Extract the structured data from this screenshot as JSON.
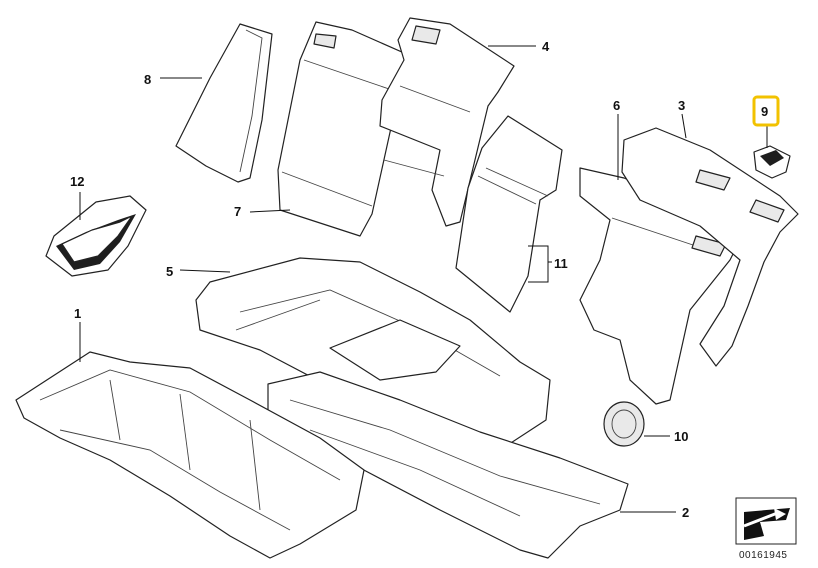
{
  "diagram": {
    "callouts": [
      {
        "id": "1",
        "label": "1"
      },
      {
        "id": "2",
        "label": "2"
      },
      {
        "id": "3",
        "label": "3"
      },
      {
        "id": "4",
        "label": "4"
      },
      {
        "id": "5",
        "label": "5"
      },
      {
        "id": "6",
        "label": "6"
      },
      {
        "id": "7",
        "label": "7"
      },
      {
        "id": "8",
        "label": "8"
      },
      {
        "id": "9",
        "label": "9",
        "highlighted": true
      },
      {
        "id": "10",
        "label": "10"
      },
      {
        "id": "11",
        "label": "11"
      },
      {
        "id": "12",
        "label": "12"
      }
    ],
    "highlight_color": "#f2c200",
    "line_color": "#222222",
    "reference_number": "00161945",
    "arrow_icon": "direction-arrow-icon"
  }
}
